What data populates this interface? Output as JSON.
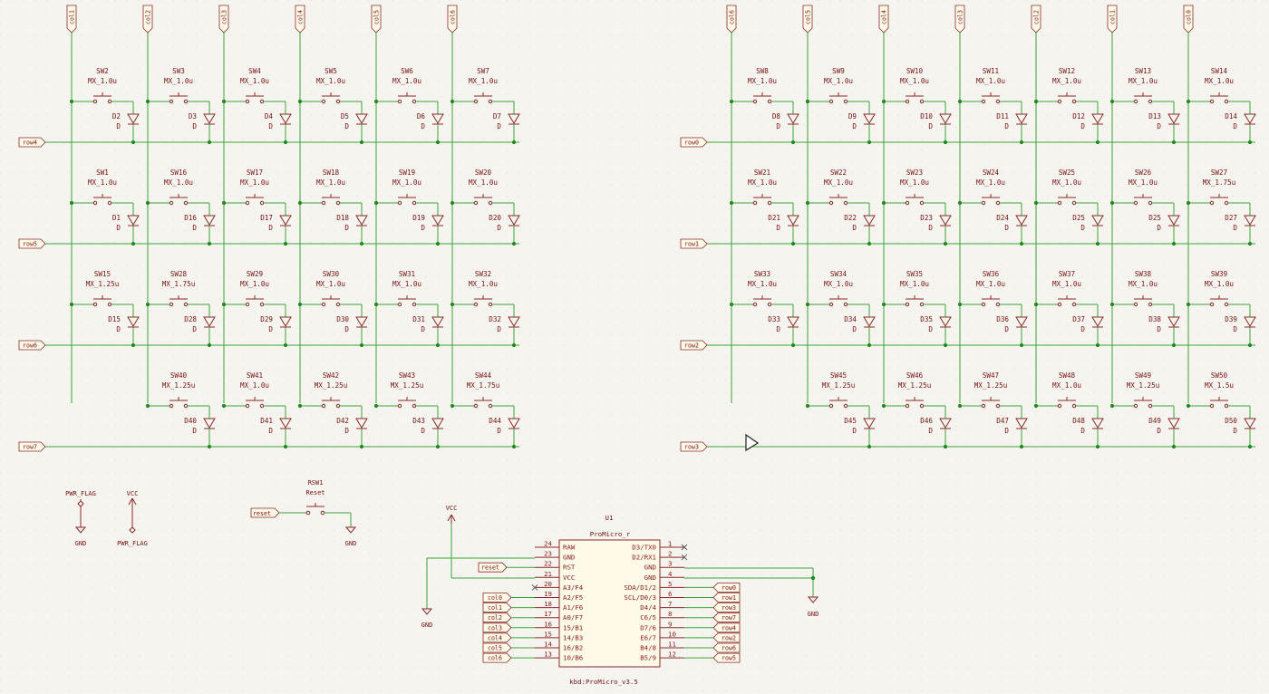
{
  "colors": {
    "background": "#f5f4ef",
    "wire": "#3aa53a",
    "junction": "#1f8a1f",
    "symbol": "#8a2a2a",
    "symbol_fill": "#fffbe8",
    "text": "#7a0f12"
  },
  "left_matrix": {
    "columns": [
      "col1",
      "col2",
      "col3",
      "col4",
      "col5",
      "col6"
    ],
    "rows": [
      {
        "label": "row4",
        "cells": [
          {
            "sw": "SW2",
            "val": "MX_1.0u",
            "d": "D2"
          },
          {
            "sw": "SW3",
            "val": "MX_1.0u",
            "d": "D3"
          },
          {
            "sw": "SW4",
            "val": "MX_1.0u",
            "d": "D4"
          },
          {
            "sw": "SW5",
            "val": "MX_1.0u",
            "d": "D5"
          },
          {
            "sw": "SW6",
            "val": "MX_1.0u",
            "d": "D6"
          },
          {
            "sw": "SW7",
            "val": "MX_1.0u",
            "d": "D7"
          }
        ]
      },
      {
        "label": "row5",
        "cells": [
          {
            "sw": "SW1",
            "val": "MX_1.0u",
            "d": "D1"
          },
          {
            "sw": "SW16",
            "val": "MX_1.0u",
            "d": "D16"
          },
          {
            "sw": "SW17",
            "val": "MX_1.0u",
            "d": "D17"
          },
          {
            "sw": "SW18",
            "val": "MX_1.0u",
            "d": "D18"
          },
          {
            "sw": "SW19",
            "val": "MX_1.0u",
            "d": "D19"
          },
          {
            "sw": "SW20",
            "val": "MX_1.0u",
            "d": "D20"
          }
        ]
      },
      {
        "label": "row6",
        "cells": [
          {
            "sw": "SW15",
            "val": "MX_1.25u",
            "d": "D15"
          },
          {
            "sw": "SW28",
            "val": "MX_1.75u",
            "d": "D28"
          },
          {
            "sw": "SW29",
            "val": "MX_1.0u",
            "d": "D29"
          },
          {
            "sw": "SW30",
            "val": "MX_1.0u",
            "d": "D30"
          },
          {
            "sw": "SW31",
            "val": "MX_1.0u",
            "d": "D31"
          },
          {
            "sw": "SW32",
            "val": "MX_1.0u",
            "d": "D32"
          }
        ]
      },
      {
        "label": "row7",
        "cells": [
          null,
          {
            "sw": "SW40",
            "val": "MX_1.25u",
            "d": "D40"
          },
          {
            "sw": "SW41",
            "val": "MX_1.0u",
            "d": "D41"
          },
          {
            "sw": "SW42",
            "val": "MX_1.25u",
            "d": "D42"
          },
          {
            "sw": "SW43",
            "val": "MX_1.25u",
            "d": "D43"
          },
          {
            "sw": "SW44",
            "val": "MX_1.75u",
            "d": "D44"
          }
        ]
      }
    ]
  },
  "right_matrix": {
    "columns": [
      "col6",
      "col5",
      "col4",
      "col3",
      "col2",
      "col1",
      "col0"
    ],
    "rows": [
      {
        "label": "row0",
        "cells": [
          {
            "sw": "SW8",
            "val": "MX_1.0u",
            "d": "D8"
          },
          {
            "sw": "SW9",
            "val": "MX_1.0u",
            "d": "D9"
          },
          {
            "sw": "SW10",
            "val": "MX_1.0u",
            "d": "D10"
          },
          {
            "sw": "SW11",
            "val": "MX_1.0u",
            "d": "D11"
          },
          {
            "sw": "SW12",
            "val": "MX_1.0u",
            "d": "D12"
          },
          {
            "sw": "SW13",
            "val": "MX_1.0u",
            "d": "D13"
          },
          {
            "sw": "SW14",
            "val": "MX_1.0u",
            "d": "D14"
          }
        ]
      },
      {
        "label": "row1",
        "cells": [
          {
            "sw": "SW21",
            "val": "MX_1.0u",
            "d": "D21"
          },
          {
            "sw": "SW22",
            "val": "MX_1.0u",
            "d": "D22"
          },
          {
            "sw": "SW23",
            "val": "MX_1.0u",
            "d": "D23"
          },
          {
            "sw": "SW24",
            "val": "MX_1.0u",
            "d": "D24"
          },
          {
            "sw": "SW25",
            "val": "MX_1.0u",
            "d": "D25"
          },
          {
            "sw": "SW26",
            "val": "MX_1.0u",
            "d": "D25"
          },
          {
            "sw": "SW27",
            "val": "MX_1.75u",
            "d": "D27"
          }
        ]
      },
      {
        "label": "row2",
        "cells": [
          {
            "sw": "SW33",
            "val": "MX_1.0u",
            "d": "D33"
          },
          {
            "sw": "SW34",
            "val": "MX_1.0u",
            "d": "D34"
          },
          {
            "sw": "SW35",
            "val": "MX_1.0u",
            "d": "D35"
          },
          {
            "sw": "SW36",
            "val": "MX_1.0u",
            "d": "D36"
          },
          {
            "sw": "SW37",
            "val": "MX_1.0u",
            "d": "D37"
          },
          {
            "sw": "SW38",
            "val": "MX_1.0u",
            "d": "D38"
          },
          {
            "sw": "SW39",
            "val": "MX_1.0u",
            "d": "D39"
          }
        ]
      },
      {
        "label": "row3",
        "cells": [
          null,
          {
            "sw": "SW45",
            "val": "MX_1.25u",
            "d": "D45"
          },
          {
            "sw": "SW46",
            "val": "MX_1.25u",
            "d": "D46"
          },
          {
            "sw": "SW47",
            "val": "MX_1.25u",
            "d": "D47"
          },
          {
            "sw": "SW48",
            "val": "MX_1.0u",
            "d": "D48"
          },
          {
            "sw": "SW49",
            "val": "MX_1.25u",
            "d": "D49"
          },
          {
            "sw": "SW50",
            "val": "MX_1.5u",
            "d": "D50"
          }
        ]
      }
    ]
  },
  "diode_value": "D",
  "power": {
    "pwr_flag_1": "PWR_FLAG",
    "gnd_1": "GND",
    "vcc_1": "VCC",
    "pwr_flag_2": "PWR_FLAG",
    "reset_ref": "RSW1",
    "reset_value": "Reset",
    "reset_label": "reset",
    "gnd_reset": "GND",
    "vcc_mcu": "VCC",
    "gnd_mcu_left": "GND",
    "gnd_mcu_right": "GND"
  },
  "mcu": {
    "ref": "U1",
    "value": "ProMicro_r",
    "footprint": "kbd:ProMicro_v3.5",
    "left_pins": [
      {
        "num": "24",
        "name": "RAW",
        "net": ""
      },
      {
        "num": "23",
        "name": "GND",
        "net": ""
      },
      {
        "num": "22",
        "name": "RST",
        "net": "reset"
      },
      {
        "num": "21",
        "name": "VCC",
        "net": ""
      },
      {
        "num": "20",
        "name": "A3/F4",
        "net": ""
      },
      {
        "num": "19",
        "name": "A2/F5",
        "net": "col0"
      },
      {
        "num": "18",
        "name": "A1/F6",
        "net": "col1"
      },
      {
        "num": "17",
        "name": "A0/F7",
        "net": "col2"
      },
      {
        "num": "16",
        "name": "15/B1",
        "net": "col3"
      },
      {
        "num": "15",
        "name": "14/B3",
        "net": "col4"
      },
      {
        "num": "14",
        "name": "16/B2",
        "net": "col5"
      },
      {
        "num": "13",
        "name": "10/B6",
        "net": "col6"
      }
    ],
    "right_pins": [
      {
        "num": "1",
        "name": "D3/TX0",
        "net": ""
      },
      {
        "num": "2",
        "name": "D2/RX1",
        "net": ""
      },
      {
        "num": "3",
        "name": "GND",
        "net": ""
      },
      {
        "num": "4",
        "name": "GND",
        "net": ""
      },
      {
        "num": "5",
        "name": "SDA/D1/2",
        "net": "row0"
      },
      {
        "num": "6",
        "name": "SCL/D0/3",
        "net": "row1"
      },
      {
        "num": "7",
        "name": "D4/4",
        "net": "row3"
      },
      {
        "num": "8",
        "name": "C6/5",
        "net": "row7"
      },
      {
        "num": "9",
        "name": "D7/6",
        "net": "row4"
      },
      {
        "num": "10",
        "name": "E6/7",
        "net": "row2"
      },
      {
        "num": "11",
        "name": "B4/8",
        "net": "row6"
      },
      {
        "num": "12",
        "name": "B5/9",
        "net": "row5"
      }
    ]
  }
}
